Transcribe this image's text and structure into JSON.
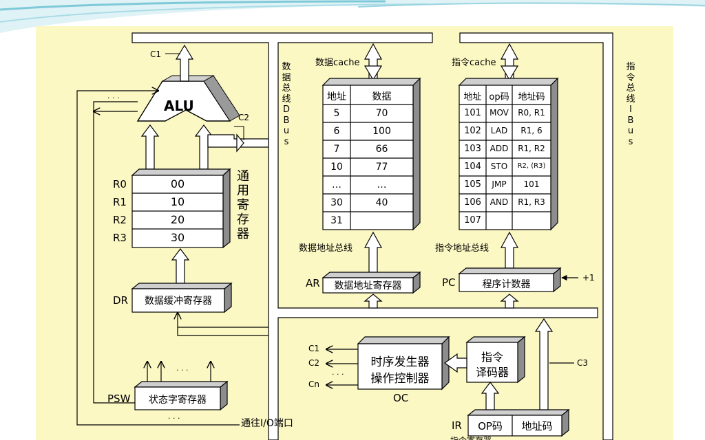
{
  "alu_label": "ALU",
  "control_signals": {
    "c1": "C1",
    "c2": "C2",
    "c3": "C3",
    "cn": "Cn",
    "plus_one": "+1",
    "ellipsis": "· · ·"
  },
  "data_bus_label": [
    "数",
    "据",
    "总",
    "线",
    "D",
    "B",
    "u",
    "s"
  ],
  "instr_bus_label": [
    "指",
    "令",
    "总",
    "线",
    "I",
    "B",
    "u",
    "s"
  ],
  "registers": {
    "title": [
      "通",
      "用",
      "寄",
      "存",
      "器"
    ],
    "rows": [
      {
        "name": "R0",
        "value": "00"
      },
      {
        "name": "R1",
        "value": "10"
      },
      {
        "name": "R2",
        "value": "20"
      },
      {
        "name": "R3",
        "value": "30"
      }
    ]
  },
  "dr": {
    "name": "DR",
    "label": "数据缓冲寄存器"
  },
  "psw": {
    "name": "PSW",
    "label": "状态字寄存器"
  },
  "io_port_label": "通往I/O端口",
  "data_cache": {
    "title": "数据cache",
    "headers": [
      "地址",
      "数据"
    ],
    "rows": [
      [
        "5",
        "70"
      ],
      [
        "6",
        "100"
      ],
      [
        "7",
        "66"
      ],
      [
        "10",
        "77"
      ],
      [
        "…",
        "…"
      ],
      [
        "30",
        "40"
      ],
      [
        "31",
        ""
      ]
    ]
  },
  "instr_cache": {
    "title": "指令cache",
    "headers": [
      "地址",
      "op码",
      "地址码"
    ],
    "rows": [
      [
        "101",
        "MOV",
        "R0, R1"
      ],
      [
        "102",
        "LAD",
        "R1, 6"
      ],
      [
        "103",
        "ADD",
        "R1, R2"
      ],
      [
        "104",
        "STO",
        "R2, (R3)"
      ],
      [
        "105",
        "JMP",
        "101"
      ],
      [
        "106",
        "AND",
        "R1, R3"
      ],
      [
        "107",
        "",
        ""
      ]
    ]
  },
  "data_addr_bus_label": "数据地址总线",
  "instr_addr_bus_label": "指令地址总线",
  "ar": {
    "name": "AR",
    "label": "数据地址寄存器"
  },
  "pc": {
    "name": "PC",
    "label": "程序计数器"
  },
  "timing": {
    "line1": "时序发生器",
    "line2": "操作控制器",
    "name": "OC"
  },
  "decoder": {
    "line1": "指令",
    "line2": "译码器"
  },
  "ir": {
    "name": "IR",
    "op_label": "OP码",
    "addr_label": "地址码"
  },
  "ir_caption": "指令寄存器"
}
